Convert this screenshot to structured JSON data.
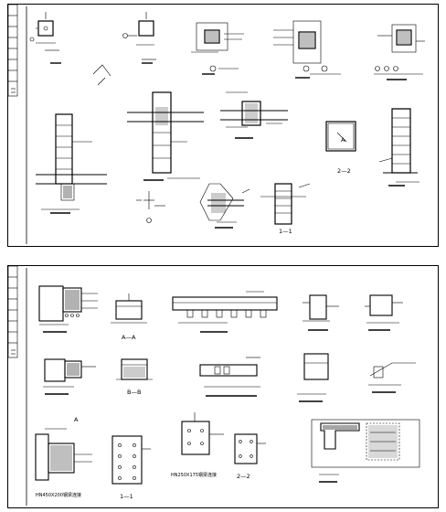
{
  "sheets": [
    {
      "id": "top",
      "labels": {
        "section_2_2": "2—2",
        "section_1_1": "1—1",
        "mark_a": "A"
      }
    },
    {
      "id": "bottom",
      "labels": {
        "section_a_a": "A—A",
        "section_b_b": "B—B",
        "section_1_1": "1—1",
        "section_2_2": "2—2",
        "beam_hn1": "HN450X200钢梁连接",
        "beam_hn2": "HN250X175钢梁连接",
        "mark_a": "A"
      }
    }
  ]
}
